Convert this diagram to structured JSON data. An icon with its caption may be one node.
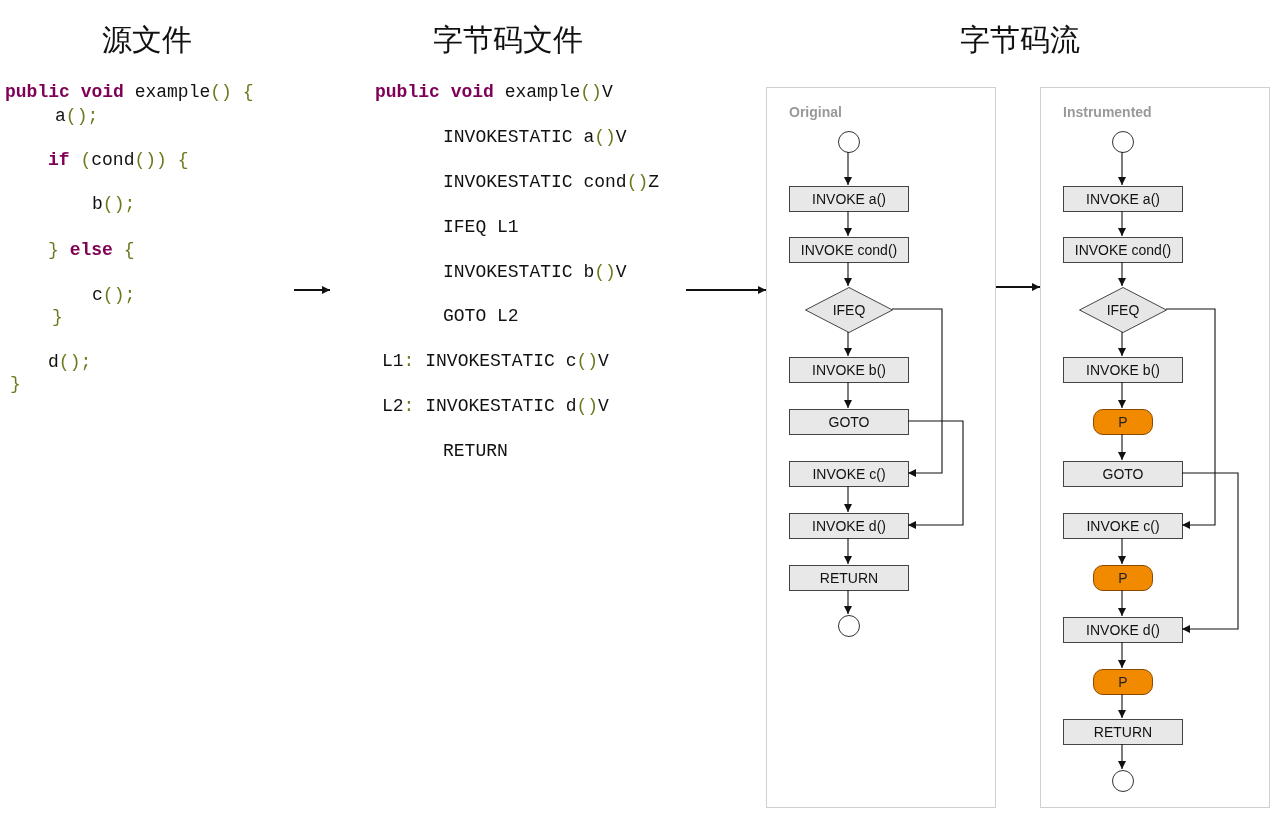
{
  "diagram": {
    "nodes": [
      {
        "text": [
          "源文件",
          "**public** **void** example() {",
          "a();",
          "**if** (cond()) {",
          "b();",
          "} **else** {",
          "c();",
          "}",
          "d();",
          "}"
        ]
      },
      {
        "text": [
          "字节码文件",
          "**public** **void** example()V",
          "INVOKESTATIC a()V",
          "INVOKESTATIC cond()Z",
          "IFEQ L1",
          "INVOKESTATIC b()V",
          "GOTO L2",
          "L1: INVOKESTATIC c()V",
          "L2: INVOKESTATIC d()V",
          "RETURN"
        ]
      },
      {
        "text": [
          "Original"
        ]
      },
      {
        "text": [],
        "shape": "circle",
        "in": 2
      },
      {
        "text": [
          "INVOKE a()"
        ],
        "in": 2
      },
      {
        "text": [
          "INVOKE cond()"
        ],
        "in": 2
      },
      {
        "text": [
          "IFEQ"
        ],
        "in": 2
      },
      {
        "text": [
          "INVOKE b()"
        ],
        "in": 2
      },
      {
        "text": [
          "GOTO"
        ],
        "in": 2
      },
      {
        "text": [
          "INVOKE c()"
        ],
        "in": 2
      },
      {
        "text": [
          "INVOKE d()"
        ],
        "in": 2
      },
      {
        "text": [
          "RETURN"
        ],
        "in": 2
      },
      {
        "text": [],
        "shape": "circle",
        "in": 2
      },
      {
        "text": [
          "Instrumented"
        ]
      },
      {
        "text": [],
        "shape": "circle",
        "in": 13
      },
      {
        "text": [
          "INVOKE a()"
        ],
        "in": 13
      },
      {
        "text": [
          "INVOKE cond()"
        ],
        "in": 13
      },
      {
        "text": [
          "IFEQ"
        ],
        "in": 13
      },
      {
        "text": [
          "INVOKE b()"
        ],
        "in": 13
      },
      {
        "text": [
          "P"
        ],
        "in": 13
      },
      {
        "text": [
          "GOTO"
        ],
        "in": 13
      },
      {
        "text": [
          "INVOKE c()"
        ],
        "in": 13
      },
      {
        "text": [
          "P"
        ],
        "in": 13
      },
      {
        "text": [
          "INVOKE d()"
        ],
        "in": 13
      },
      {
        "text": [
          "P"
        ],
        "in": 13
      },
      {
        "text": [
          "RETURN"
        ],
        "in": 13
      },
      {
        "text": [],
        "shape": "circle",
        "in": 13
      }
    ],
    "edges": [
      {
        "from": 0,
        "to": 1,
        "arrow": "to"
      },
      {
        "from": 1,
        "to": 2,
        "arrow": "to"
      },
      {
        "from": 2,
        "to": 13,
        "arrow": "to"
      },
      {
        "from": 3,
        "to": 4,
        "arrow": "to"
      },
      {
        "from": 4,
        "to": 5,
        "arrow": "to"
      },
      {
        "from": 5,
        "to": 6,
        "arrow": "to"
      },
      {
        "from": 6,
        "to": 7,
        "arrow": "to"
      },
      {
        "from": 7,
        "to": 8,
        "arrow": "to"
      },
      {
        "from": 9,
        "to": 10,
        "arrow": "to"
      },
      {
        "from": 10,
        "to": 11,
        "arrow": "to"
      },
      {
        "from": 11,
        "to": 12,
        "arrow": "to"
      },
      {
        "from": 6,
        "to": 9,
        "arrow": "to"
      },
      {
        "from": 8,
        "to": 10,
        "arrow": "to"
      },
      {
        "from": 14,
        "to": 15,
        "arrow": "to"
      },
      {
        "from": 15,
        "to": 16,
        "arrow": "to"
      },
      {
        "from": 16,
        "to": 17,
        "arrow": "to"
      },
      {
        "from": 17,
        "to": 18,
        "arrow": "to"
      },
      {
        "from": 18,
        "to": 19,
        "arrow": "to"
      },
      {
        "from": 19,
        "to": 20,
        "arrow": "to"
      },
      {
        "from": 21,
        "to": 22,
        "arrow": "to"
      },
      {
        "from": 22,
        "to": 23,
        "arrow": "to"
      },
      {
        "from": 23,
        "to": 24,
        "arrow": "to"
      },
      {
        "from": 24,
        "to": 25,
        "arrow": "to"
      },
      {
        "from": 25,
        "to": 26,
        "arrow": "to"
      },
      {
        "from": 17,
        "to": 21,
        "arrow": "to"
      },
      {
        "from": 20,
        "to": 23,
        "arrow": "to"
      }
    ],
    "labels": [
      "字节码流"
    ]
  }
}
